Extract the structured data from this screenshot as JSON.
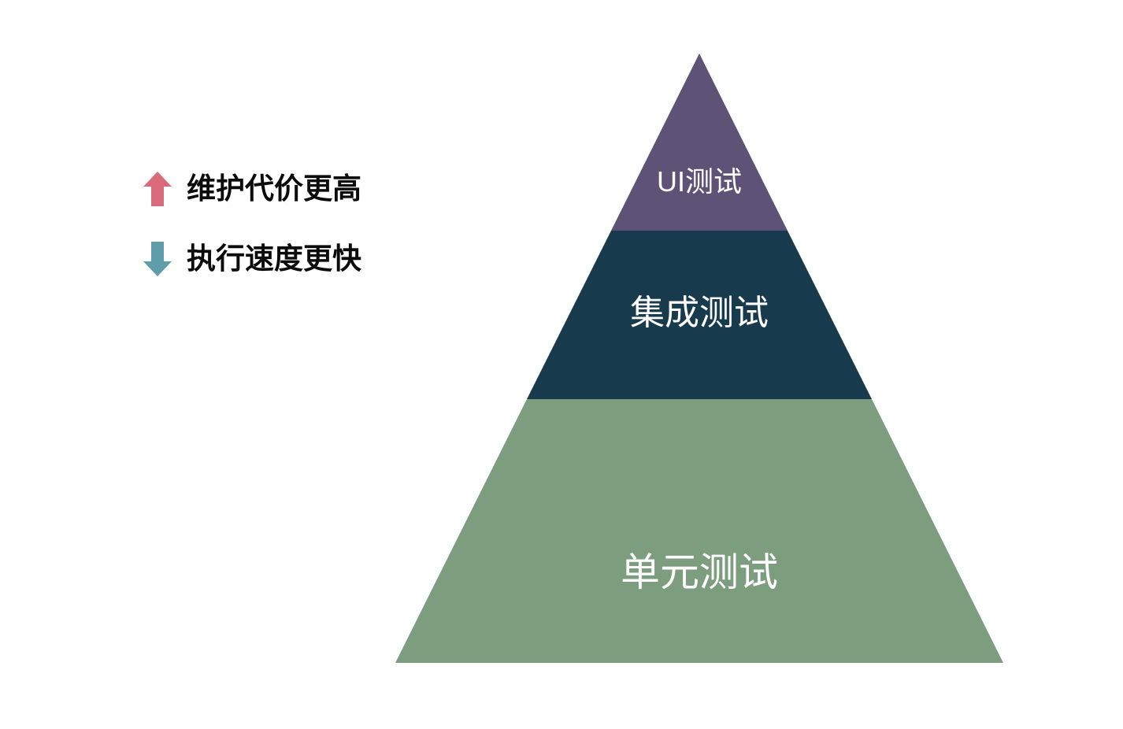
{
  "page": {
    "background_color": "#ffffff",
    "description": "testing pyramid diagram"
  },
  "legend": {
    "items": [
      {
        "icon": "arrow-up",
        "label": "维护代价更高",
        "arrow_color": "#d96b7b",
        "text_color": "#0b0b0b"
      },
      {
        "icon": "arrow-down",
        "label": "执行速度更快",
        "arrow_color": "#5f9dab",
        "text_color": "#0b0b0b"
      }
    ]
  },
  "pyramid": {
    "type": "pyramid",
    "layers": [
      {
        "label": "UI测试",
        "color": "#5f5277",
        "text_color": "#ffffff",
        "position": "top"
      },
      {
        "label": "集成测试",
        "color": "#173a4d",
        "text_color": "#ffffff",
        "position": "middle"
      },
      {
        "label": "单元测试",
        "color": "#7c9d7e",
        "text_color": "#ffffff",
        "position": "bottom"
      }
    ]
  }
}
